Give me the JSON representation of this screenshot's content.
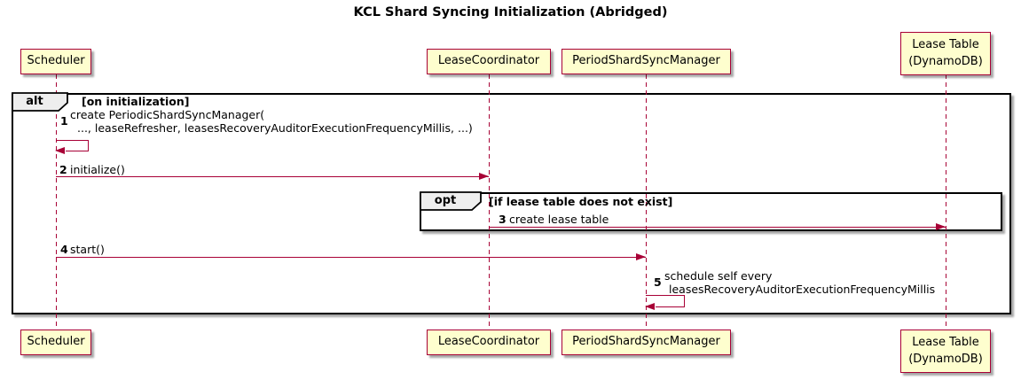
{
  "title": "KCL Shard Syncing Initialization (Abridged)",
  "participants": [
    {
      "label": "Scheduler"
    },
    {
      "label": "LeaseCoordinator"
    },
    {
      "label": "PeriodShardSyncManager"
    },
    {
      "label": "Lease Table",
      "sublabel": "(DynamoDB)"
    }
  ],
  "frames": {
    "alt": {
      "operator": "alt",
      "condition": "[on initialization]"
    },
    "opt": {
      "operator": "opt",
      "condition": "[if lease table does not exist]"
    }
  },
  "messages": [
    {
      "num": "1",
      "line1": "create PeriodicShardSyncManager(",
      "line2": "..., leaseRefresher, leasesRecoveryAuditorExecutionFrequencyMillis, ...)"
    },
    {
      "num": "2",
      "text": "initialize()"
    },
    {
      "num": "3",
      "text": "create lease table"
    },
    {
      "num": "4",
      "text": "start()"
    },
    {
      "num": "5",
      "line1": "schedule self every",
      "line2": "leasesRecoveryAuditorExecutionFrequencyMillis"
    }
  ],
  "colors": {
    "participant_fill": "#FEFECE",
    "participant_border": "#A80036",
    "lifeline": "#A80036",
    "arrow": "#A80036",
    "frame_border": "#000000",
    "operator_tab_fill": "#EEEEEE",
    "background": "#FFFFFF",
    "text": "#000000"
  }
}
